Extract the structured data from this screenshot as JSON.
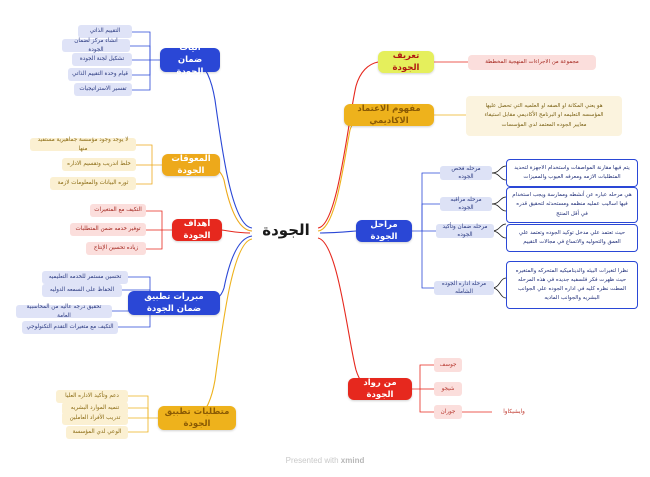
{
  "diagram": {
    "type": "mind-map",
    "title": "الجودة",
    "footer_prefix": "Presented with ",
    "footer_brand": "xmind",
    "colors": {
      "blue": "#2a47d6",
      "yellow": "#eda91b",
      "red": "#e6281e",
      "lime": "#e5ef5c",
      "amber": "#eeb21c",
      "leaf_blue": "#dfe3f7",
      "leaf_yellow": "#fbf0d2",
      "leaf_red": "#fbdedc"
    }
  },
  "left_branches": [
    {
      "id": "aliyat",
      "label": "آليات ضمان الجودة",
      "color": "blue",
      "children": [
        "التقييم الذاتي",
        "انشاء مركز لضمان الجودة",
        "تشكيل لجنة الجودة",
        "قيام وحدة التقييم الذاتي",
        "تفسير الاستراتيجيات"
      ]
    },
    {
      "id": "moawiqat",
      "label": "المعوقات الجودة",
      "color": "yellow",
      "children": [
        "لا يوجد وجود مؤسسة جماهيرية مستفيد منها",
        "خلط اندريب وتقسيم الاداره",
        "ثوره البيانات والمعلومات لازمة"
      ]
    },
    {
      "id": "ahdaf",
      "label": "أهداف الجودة",
      "color": "red",
      "children": [
        "التكيف مع المتغيرات",
        "توفير خدمه ضمن المتطلبات",
        "زياده تحسين الإنتاج"
      ]
    },
    {
      "id": "mubarrirat",
      "label": "مبررات تطبيق ضمان الجودة",
      "color": "blue",
      "children": [
        "تحسين مستمر للخدمه التعليميه",
        "الحفاظ على السمعه الدوليه",
        "تحقيق درجه عاليه من المحاسبية العامة",
        "التكيف مع متغيرات التقدم التكنولوجي"
      ]
    },
    {
      "id": "mutatallabat",
      "label": "متطلبات تطبيق الجودة",
      "color": "amber",
      "children": [
        "دعم وتأكيد الاداره العليا",
        "تنميه الموارد البشريه",
        "تدريب الأفراد العاملين",
        "الوعي لدي المؤسسة"
      ]
    }
  ],
  "right_branches": [
    {
      "id": "tareef",
      "label": "تعريف الجودة",
      "color": "lime",
      "children": [
        "مجموعة من الاجراءات المنهجية المخططة"
      ]
    },
    {
      "id": "mafhoom",
      "label": "مفهوم الاعتماد الاكاديمي",
      "color": "amber",
      "children": [
        "هو يعني المكانة او الصفه او العلميه التي تحصل عليها\nالمؤسسه التعليمه او البرنامج الأكاديمي مقابل استيفاء\nمعايير الجوده المعتمد لدي المؤسسات"
      ]
    },
    {
      "id": "marahil",
      "label": "مراحل الجودة",
      "color": "blue",
      "stages": [
        {
          "label": "مرحله فحص الجوده",
          "desc": "يتم فيها مقارنة المواصفات واستخدام الاجهزة لتحديد\nالمتطلبات الازمه ومعرفه العيوب والمميزات"
        },
        {
          "label": "مرحله مراقبه الجوده",
          "desc": "هي مرحله عباره عن أنشطه وممارسة ويجب استخدام\nفيها اساليب عمليه منظمه ومستحدثه لتحقيق قدره\nفي أقل المنتج"
        },
        {
          "label": "مرحله ضمان وتأكيد الجوده",
          "desc": "حيث تعتمد علي مدخل توكيد الجوده وتعتمد علي\nالعمق والتحوليه والاتساع في مجالات التقييم"
        },
        {
          "label": "مرحله اداره الجوده الشامله",
          "desc": "نظرا لتغيرات البيئه والديناميكيه المتحركه والمتغيره\nحيث ظهرت فكر فلسفيه جديده في هذه المرحله\nالمطت نظره كليه في اداره الجوده علي الجوانب\nالبشريه والجوانب الماديه"
        }
      ]
    },
    {
      "id": "ruwwad",
      "label": "من رواد الجودة",
      "color": "red",
      "children": [
        {
          "label": "جوسف"
        },
        {
          "label": "شيجو"
        },
        {
          "label": "جوران",
          "child": "وايشيكاوا"
        }
      ]
    }
  ]
}
